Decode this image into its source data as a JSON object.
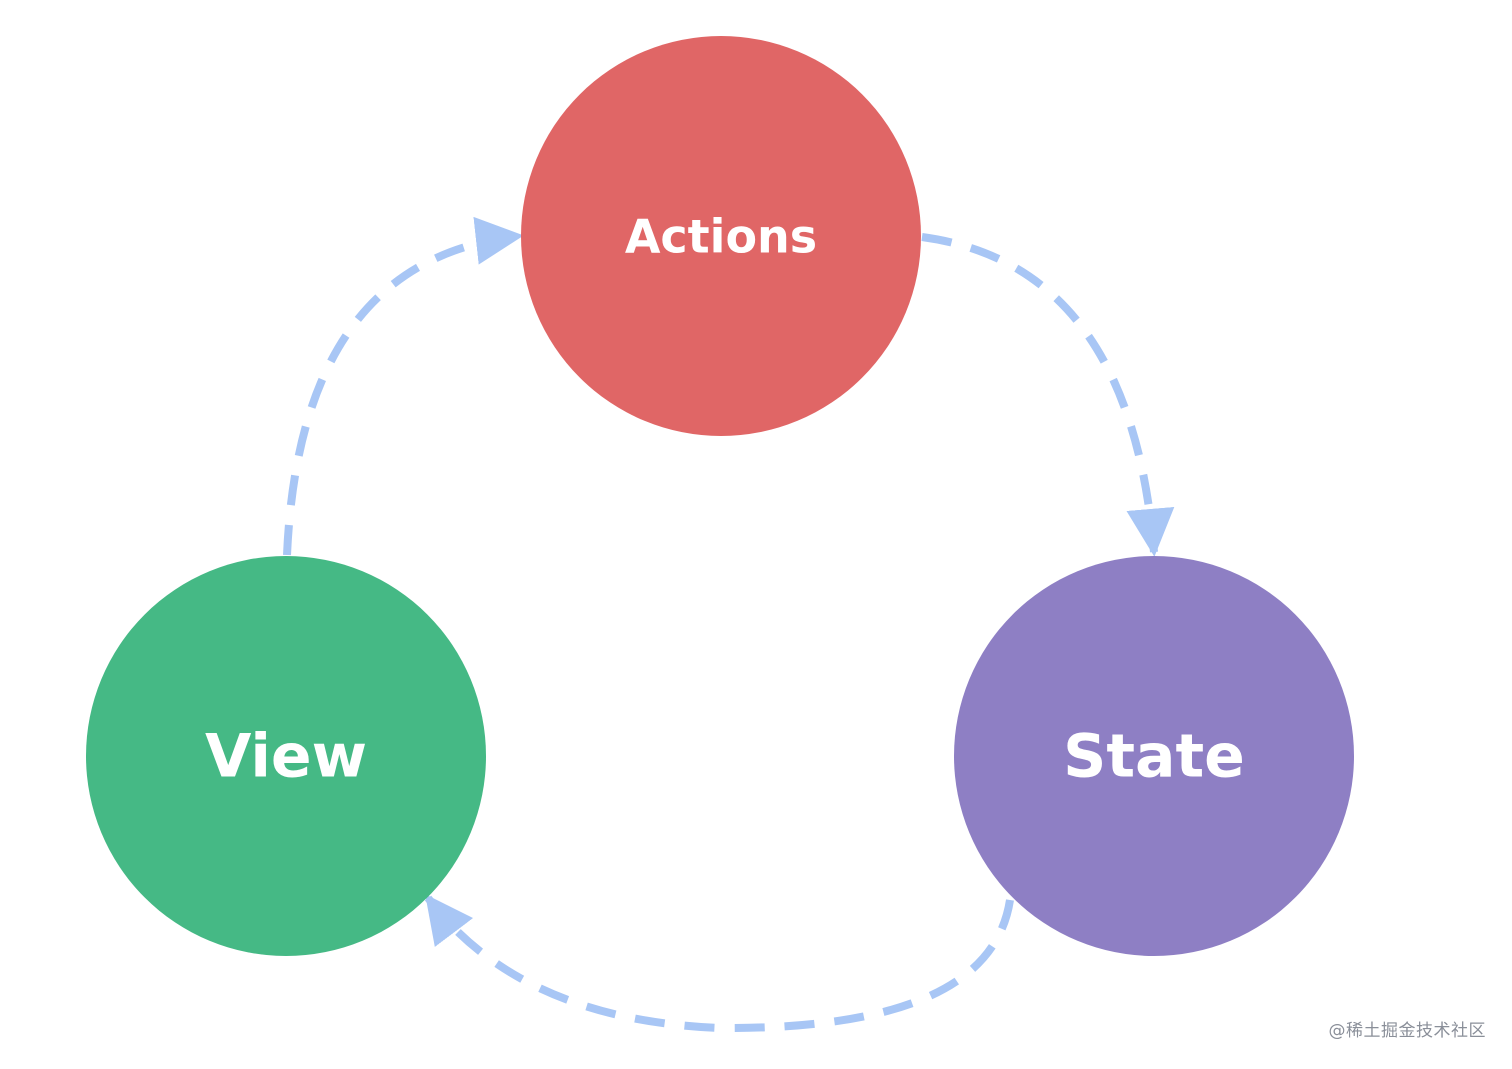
{
  "nodes": {
    "actions": {
      "label": "Actions",
      "color": "#e06666"
    },
    "state": {
      "label": "State",
      "color": "#8e7fc4"
    },
    "view": {
      "label": "View",
      "color": "#45b985"
    }
  },
  "arrow_color": "#a8c6f5",
  "background_color": "#ffffff",
  "watermark": "@稀土掘金技术社区"
}
